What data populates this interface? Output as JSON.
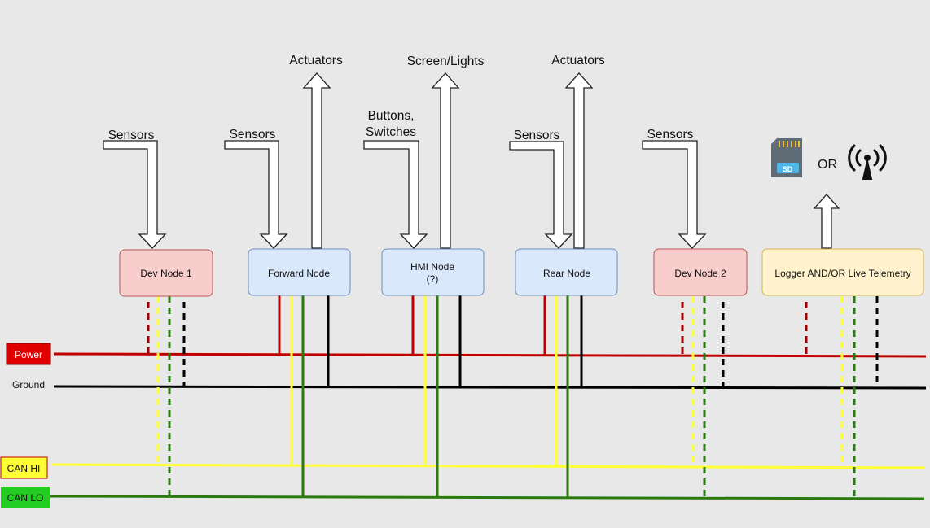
{
  "inputs": {
    "dev1": "Sensors",
    "forward": "Sensors",
    "hmi_line1": "Buttons,",
    "hmi_line2": "Switches",
    "rear": "Sensors",
    "dev2": "Sensors"
  },
  "outputs": {
    "forward": "Actuators",
    "hmi": "Screen/Lights",
    "rear": "Actuators"
  },
  "nodes": {
    "dev1": "Dev Node 1",
    "forward": "Forward Node",
    "hmi_line1": "HMI Node",
    "hmi_line2": "(?)",
    "rear": "Rear Node",
    "dev2": "Dev Node 2",
    "logger": "Logger AND/OR Live Telemetry"
  },
  "storage": {
    "sd_label": "SD",
    "or": "OR",
    "sd_icon": "sd-card-icon",
    "antenna_icon": "antenna-icon"
  },
  "buses": {
    "power": "Power",
    "ground": "Ground",
    "can_hi": "CAN HI",
    "can_lo": "CAN LO"
  },
  "colors": {
    "power": "#c00000",
    "ground": "#000000",
    "can_hi": "#ffff33",
    "can_lo": "#2a7a10",
    "dev_node": "#f8cecc",
    "main_node": "#dae8fc",
    "logger_node": "#fff2cc"
  }
}
